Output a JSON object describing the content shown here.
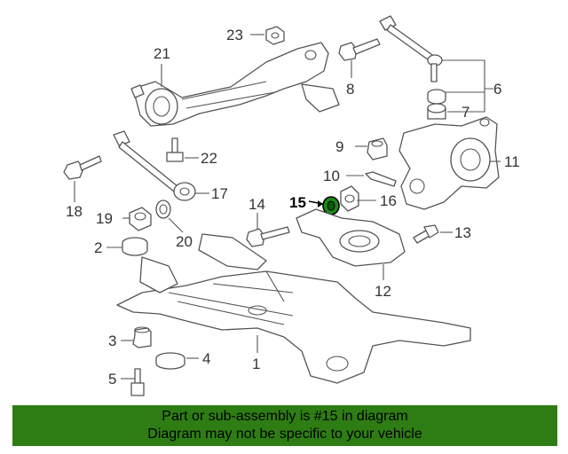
{
  "diagram": {
    "highlighted_part": "15",
    "highlight_color": "#1d8a16",
    "callouts": {
      "p1": "1",
      "p2": "2",
      "p3": "3",
      "p4": "4",
      "p5": "5",
      "p6": "6",
      "p7": "7",
      "p8": "8",
      "p9": "9",
      "p10": "10",
      "p11": "11",
      "p12": "12",
      "p13": "13",
      "p14": "14",
      "p15": "15",
      "p16": "16",
      "p17": "17",
      "p18": "18",
      "p19": "19",
      "p20": "20",
      "p21": "21",
      "p22": "22",
      "p23": "23"
    }
  },
  "banner": {
    "line1": "Part or sub-assembly is #15 in diagram",
    "line2": "Diagram may not be specific to your vehicle",
    "background_color": "#2e7d14"
  }
}
